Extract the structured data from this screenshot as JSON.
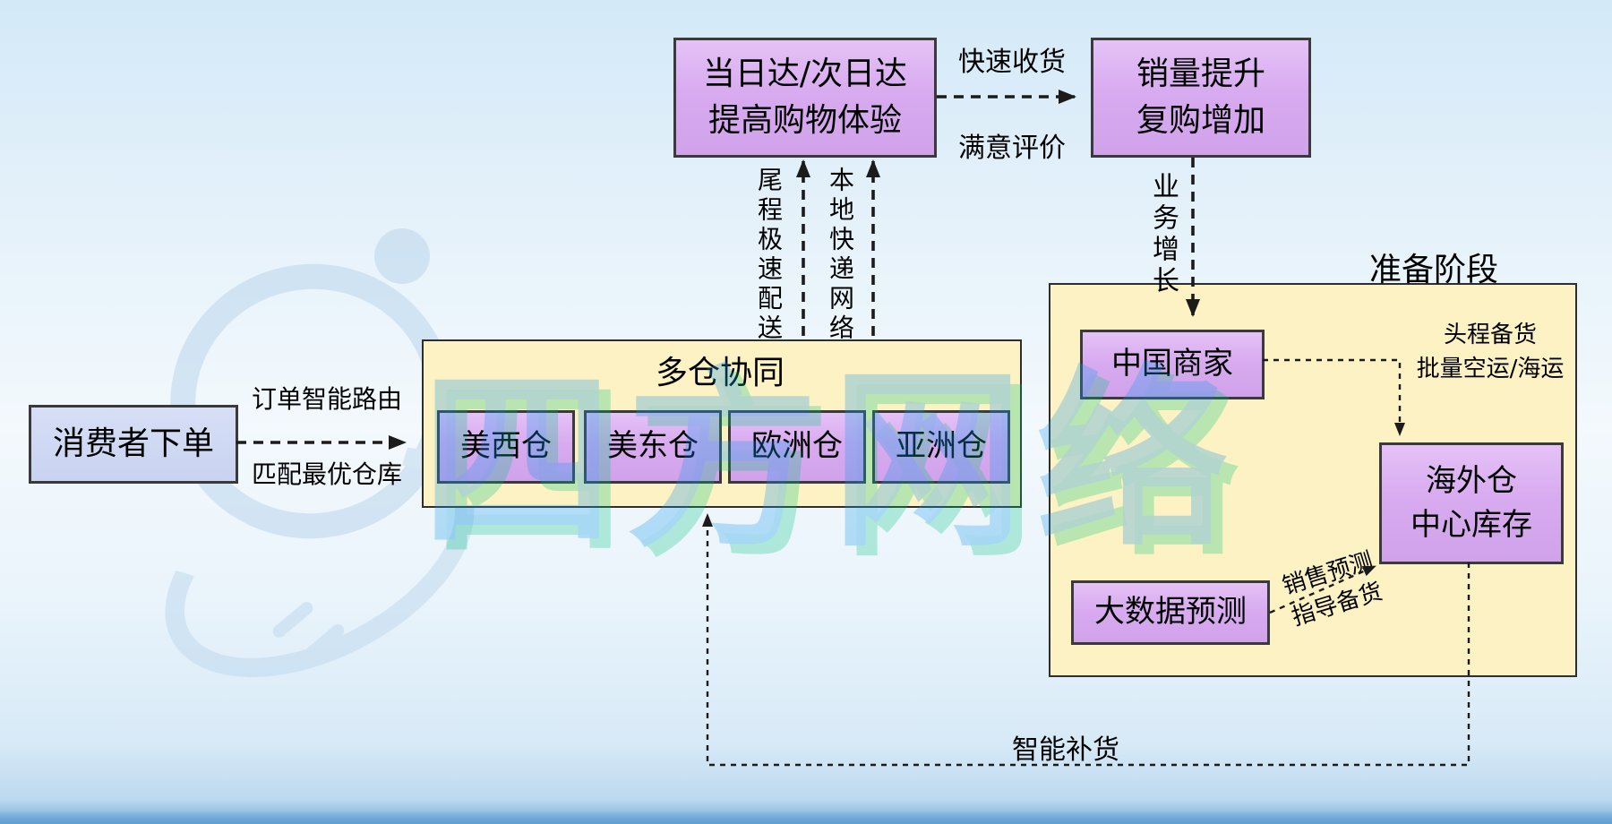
{
  "watermark": "四方网络",
  "colors": {
    "node_purple": "#d8abf0",
    "container_yellow": "#fdf2c3",
    "consumer_blue": "#c8d3f1",
    "watermark_blue": "#1896eb",
    "watermark_green": "#00c37d",
    "line_color": "#1b1b1b"
  },
  "nodes": {
    "delivery": {
      "line1": "当日达/次日达",
      "line2": "提高购物体验"
    },
    "sales": {
      "line1": "销量提升",
      "line2": "复购增加"
    },
    "consumer": {
      "label": "消费者下单"
    },
    "multiwarehouse": {
      "title": "多仓协同",
      "warehouses": [
        "美西仓",
        "美东仓",
        "欧洲仓",
        "亚洲仓"
      ]
    },
    "prep": {
      "title": "准备阶段",
      "merchant": "中国商家",
      "overseas": {
        "line1": "海外仓",
        "line2": "中心库存"
      },
      "bigdata": "大数据预测"
    }
  },
  "edges": {
    "fast_receipt": "快速收货",
    "satisfaction": "满意评价",
    "business_growth": "业务增长",
    "first_leg": {
      "line1": "头程备货",
      "line2": "批量空运/海运"
    },
    "forecast": {
      "line1": "销售预测",
      "line2": "指导备货"
    },
    "order_routing": "订单智能路由",
    "match_warehouse": "匹配最优仓库",
    "last_mile": "尾程极速配送",
    "local_network": "本地快递网络",
    "smart_replenish": "智能补货"
  }
}
